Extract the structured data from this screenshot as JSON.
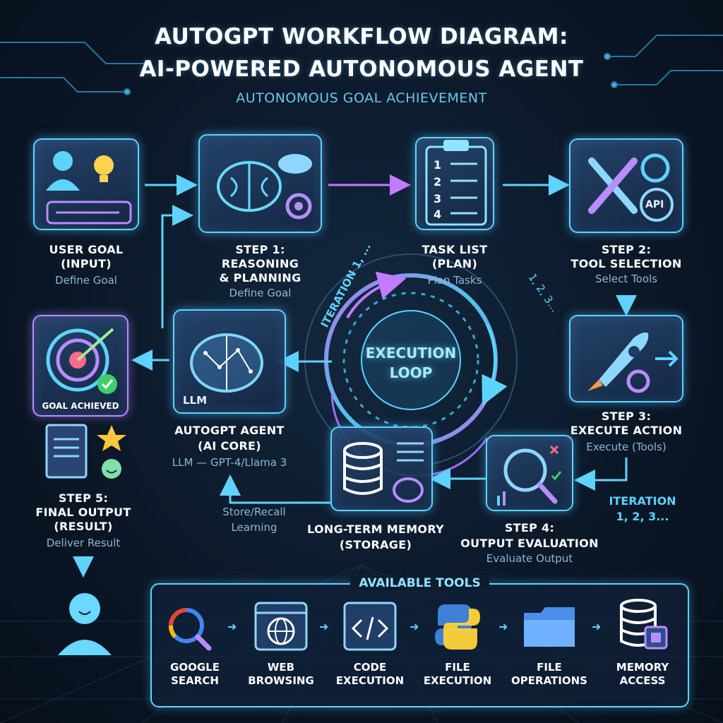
{
  "title": {
    "line1": "AUTOGPT WORKFLOW DIAGRAM:",
    "line2": "AI-POWERED AUTONOMOUS AGENT",
    "subtitle": "AUTONOMOUS GOAL ACHIEVEMENT"
  },
  "nodes": {
    "user_goal": {
      "title1": "USER GOAL",
      "title2": "(INPUT)",
      "sub": "Define Goal"
    },
    "step1": {
      "title1": "STEP 1:",
      "title2": "REASONING",
      "title3": "& PLANNING",
      "sub": "Define Goal"
    },
    "task_list": {
      "title1": "TASK LIST",
      "title2": "(PLAN)",
      "sub": "Plan Tasks",
      "items": [
        "1",
        "2",
        "3",
        "4"
      ]
    },
    "step2": {
      "title1": "STEP 2:",
      "title2": "TOOL SELECTION",
      "sub": "Select Tools",
      "api_label": "API"
    },
    "goal_achieved": {
      "label": "GOAL ACHIEVED"
    },
    "agent": {
      "title1": "AUTOGPT AGENT",
      "title2": "(AI CORE)",
      "sub": "LLM — GPT-4/Llama 3",
      "llm_label": "LLM"
    },
    "step3": {
      "title1": "STEP 3:",
      "title2": "EXECUTE ACTION",
      "sub": "Execute (Tools)"
    },
    "step4": {
      "title1": "STEP 4:",
      "title2": "OUTPUT EVALUATION",
      "sub": "Evaluate Output"
    },
    "memory": {
      "title1": "LONG-TERM MEMORY",
      "title2": "(STORAGE)",
      "sub1": "Store/Recall",
      "sub2": "Learning"
    },
    "step5": {
      "title1": "STEP 5:",
      "title2": "FINAL OUTPUT",
      "title3": "(RESULT)",
      "sub": "Deliver Result"
    }
  },
  "loop": {
    "title1": "EXECUTION",
    "title2": "LOOP",
    "ring_label_left": "ITERATION 1, ...",
    "ring_label_right": "1, 2, 3...",
    "side_label1": "ITERATION",
    "side_label2": "1, 2, 3..."
  },
  "tools": {
    "header": "AVAILABLE TOOLS",
    "items": [
      {
        "line1": "GOOGLE",
        "line2": "SEARCH",
        "icon": "google-search-icon"
      },
      {
        "line1": "WEB",
        "line2": "BROWSING",
        "icon": "web-browser-icon"
      },
      {
        "line1": "CODE",
        "line2": "EXECUTION",
        "icon": "code-icon"
      },
      {
        "line1": "FILE",
        "line2": "EXECUTION",
        "icon": "python-icon"
      },
      {
        "line1": "FILE",
        "line2": "OPERATIONS",
        "icon": "folder-icon"
      },
      {
        "line1": "MEMORY",
        "line2": "ACCESS",
        "icon": "database-icon"
      }
    ]
  },
  "colors": {
    "accent_cyan": "#5fd3ff",
    "accent_purple": "#b98cff",
    "background": "#0b1828"
  }
}
